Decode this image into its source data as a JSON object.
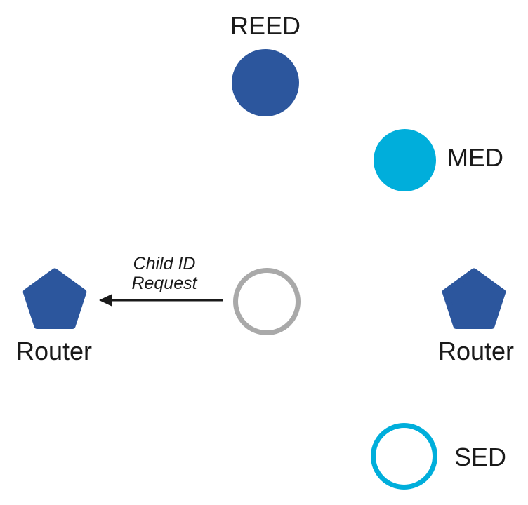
{
  "colors": {
    "blue": "#2C569D",
    "cyan": "#00AEDB",
    "gray": "#A9A9A9",
    "ink": "#1A1A1A"
  },
  "nodes": {
    "reed": {
      "label": "REED",
      "shape": "filled-circle"
    },
    "med": {
      "label": "MED",
      "shape": "filled-circle"
    },
    "router_left": {
      "label": "Router",
      "shape": "filled-pentagon"
    },
    "router_right": {
      "label": "Router",
      "shape": "filled-pentagon"
    },
    "joiner": {
      "label": "",
      "shape": "outlined-circle-gray"
    },
    "sed": {
      "label": "SED",
      "shape": "outlined-circle-cyan"
    }
  },
  "message": {
    "lines": [
      "Child ID",
      "Request"
    ],
    "from": "joiner",
    "to": "router_left",
    "style": "arrow-left"
  }
}
